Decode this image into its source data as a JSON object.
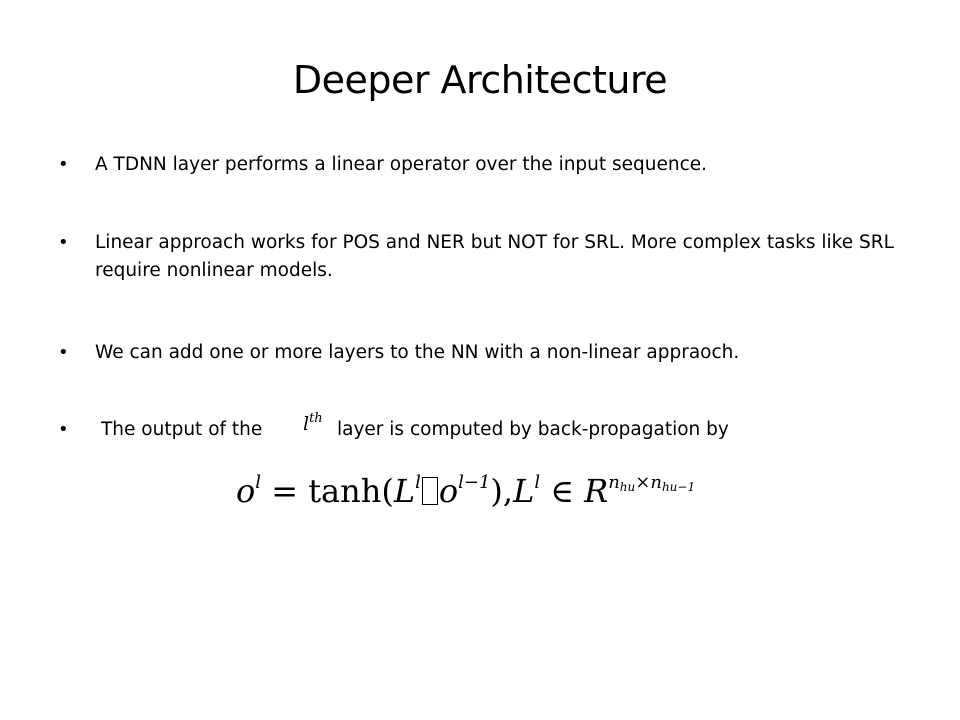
{
  "slide": {
    "title": "Deeper Architecture",
    "bullets": [
      {
        "text": "A TDNN layer performs a linear operator over the input sequence."
      },
      {
        "text": "Linear approach works for POS and NER but NOT for SRL. More complex tasks like SRL require nonlinear models."
      },
      {
        "text": "We can add one or more layers to the NN with a non-linear appraoch."
      },
      {
        "text_before": "The output of the",
        "math_base": "l",
        "math_sup": "th",
        "text_after": "layer is computed by back-propagation by"
      }
    ],
    "equation": {
      "lhs_base": "o",
      "lhs_sup": "l",
      "equals": "=",
      "func": "tanh(",
      "L": "L",
      "L_sup": "l",
      "o": "o",
      "o_sup": "l−1",
      "close": "),",
      "L2": "L",
      "L2_sup": "l",
      "in": "∈",
      "R": "R",
      "R_sup_a": "n",
      "R_sup_a_sub": "hu",
      "times": "×",
      "R_sup_b": "n",
      "R_sup_b_sub": "hu−1"
    }
  }
}
